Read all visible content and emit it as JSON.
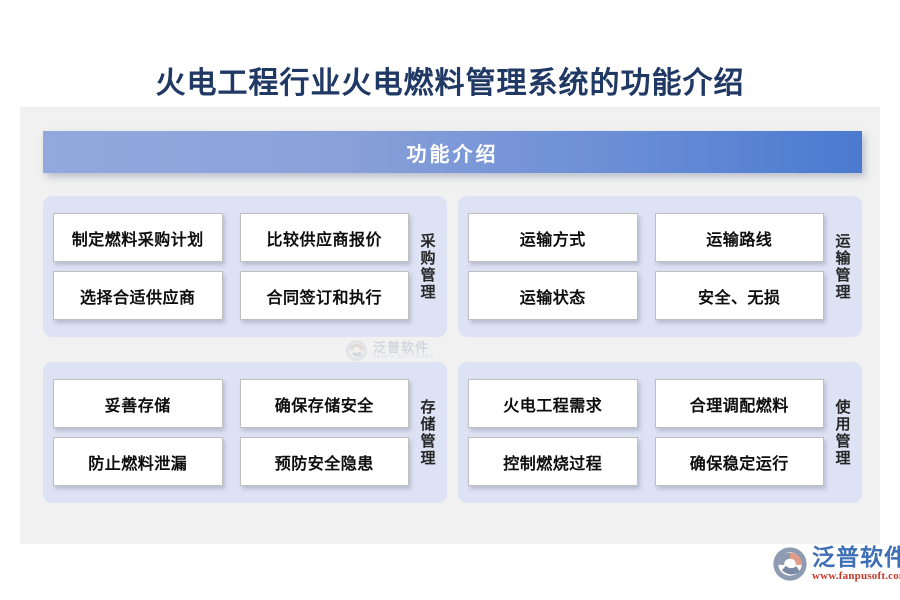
{
  "page": {
    "title": "火电工程行业火电燃料管理系统的功能介绍",
    "title_color": "#1F3864",
    "canvas_color": "#F1F1F1"
  },
  "banner": {
    "label": "功能介绍",
    "gradient_from": "#93A9DD",
    "gradient_to": "#4A7AD0",
    "text_color": "#FFFFFF"
  },
  "panels": [
    {
      "vertical_label": "采购管理",
      "boxes": [
        "制定燃料采购计划",
        "比较供应商报价",
        "选择合适供应商",
        "合同签订和执行"
      ]
    },
    {
      "vertical_label": "运输管理",
      "boxes": [
        "运输方式",
        "运输路线",
        "运输状态",
        "安全、无损"
      ]
    },
    {
      "vertical_label": "存储管理",
      "boxes": [
        "妥善存储",
        "确保存储安全",
        "防止燃料泄漏",
        "预防安全隐患"
      ]
    },
    {
      "vertical_label": "使用管理",
      "boxes": [
        "火电工程需求",
        "合理调配燃料",
        "控制燃烧过程",
        "确保稳定运行"
      ]
    }
  ],
  "panel_style": {
    "background": "#DDE3F4",
    "box_background": "#FFFFFF",
    "box_border": "#BFBFBF"
  },
  "watermark": {
    "cn": "泛普软件",
    "en": "FANPU SOFTWARE"
  },
  "brand": {
    "cn": "泛普软件",
    "url": "www.fanpusoft.com",
    "cn_color": "#3F6FB5",
    "url_color": "#C0392B"
  }
}
